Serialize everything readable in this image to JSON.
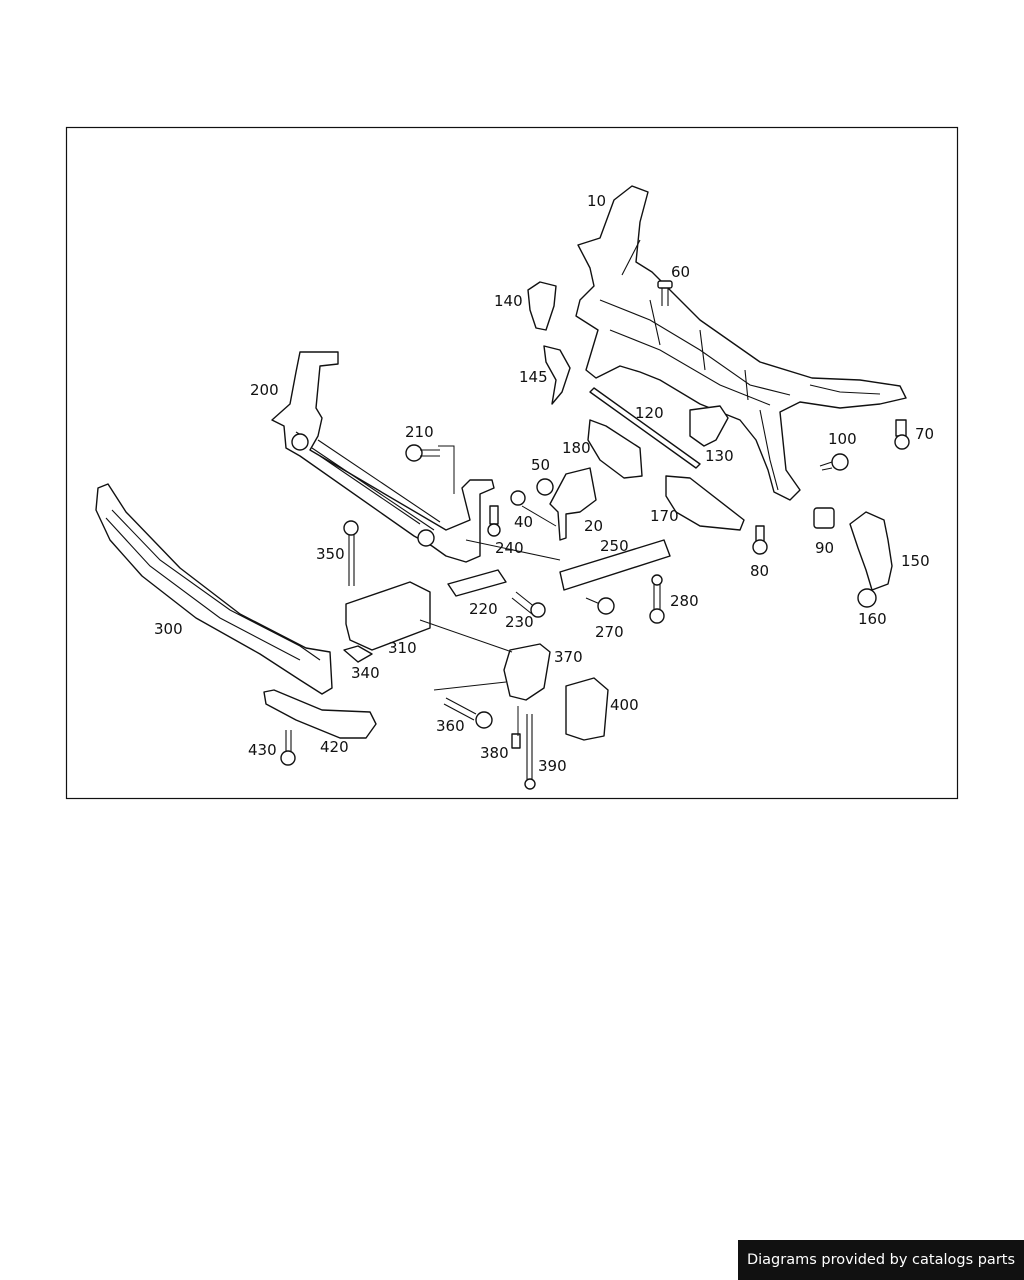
{
  "diagram": {
    "labels": [
      "10",
      "60",
      "140",
      "145",
      "120",
      "130",
      "70",
      "100",
      "200",
      "210",
      "180",
      "50",
      "40",
      "20",
      "170",
      "90",
      "80",
      "150",
      "160",
      "350",
      "240",
      "250",
      "300",
      "220",
      "230",
      "270",
      "280",
      "310",
      "370",
      "340",
      "400",
      "360",
      "420",
      "430",
      "380",
      "390"
    ]
  },
  "credit": "Diagrams provided by catalogs parts"
}
